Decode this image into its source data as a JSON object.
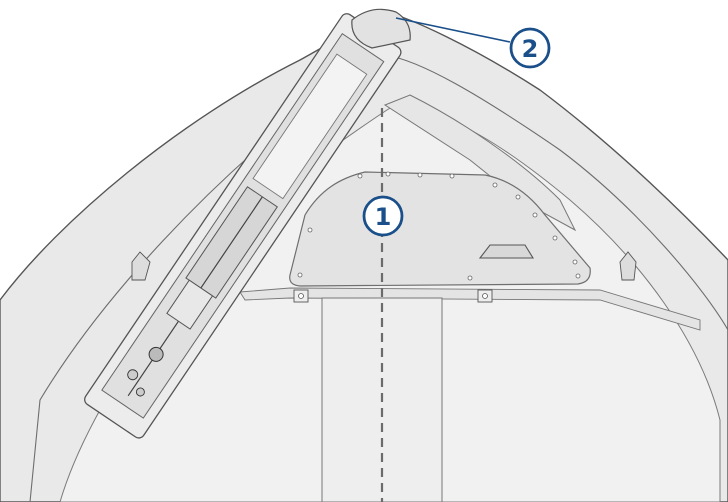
{
  "callouts": [
    {
      "number": "1",
      "meaning": "boat centerline"
    },
    {
      "number": "2",
      "meaning": "bow"
    }
  ],
  "colors": {
    "callout_stroke": "#1a4f8a",
    "callout_fill": "#ffffff",
    "hull_fill": "#ebebeb",
    "hull_light": "#f4f4f4",
    "line": "#6d6d6d",
    "centerline": "#6b6b6b"
  }
}
